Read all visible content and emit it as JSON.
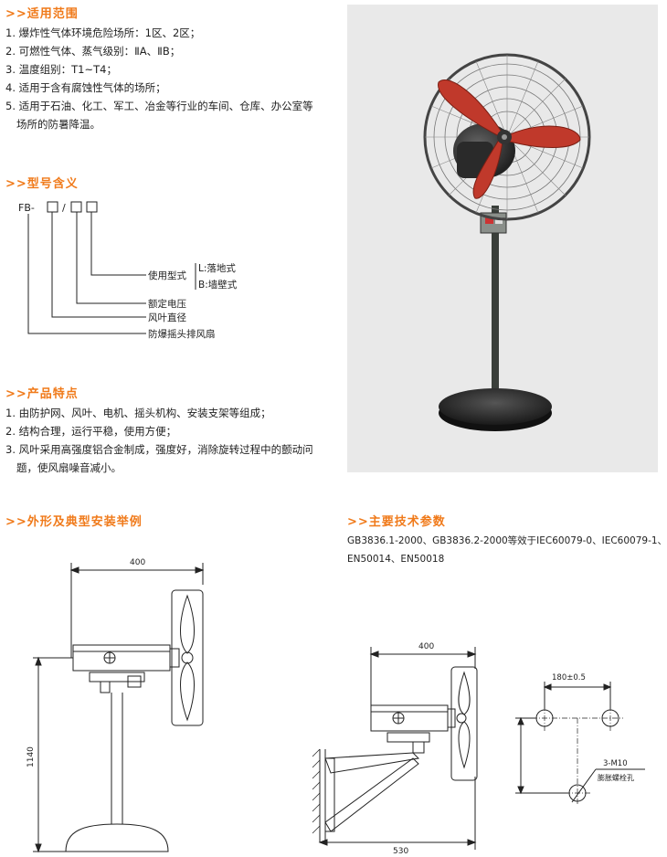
{
  "applicable_range": {
    "title": ">>适用范围",
    "items": [
      "1. 爆炸性气体环境危险场所：1区、2区；",
      "2. 可燃性气体、蒸气级别：ⅡA、ⅡB；",
      "3. 温度组别：T1~T4；",
      "4. 适用于含有腐蚀性气体的场所；",
      "5. 适用于石油、化工、军工、冶金等行业的车间、仓库、办公室等",
      "场所的防暑降温。"
    ]
  },
  "model_meaning": {
    "title": ">>型号含义",
    "prefix": "FB-",
    "slash": "/",
    "usage_type": "使用型式",
    "option_l": "L:落地式",
    "option_b": "B:墙壁式",
    "rated_voltage": "额定电压",
    "blade_diameter": "风叶直径",
    "fan_name": "防爆摇头排风扇"
  },
  "features": {
    "title": ">>产品特点",
    "items": [
      "1. 由防护网、风叶、电机、摇头机构、安装支架等组成；",
      "2. 结构合理，运行平稳，使用方便；",
      "3. 风叶采用高强度铝合金制成，强度好，消除旋转过程中的颤动问",
      "题，使风扇噪音减小。"
    ]
  },
  "outline": {
    "title": ">>外形及典型安装举例",
    "width_dim": "400",
    "height_dim": "1140"
  },
  "tech_params": {
    "title": ">>主要技术参数",
    "line1": "GB3836.1-2000、GB3836.2-2000等效于IEC60079-0、IEC60079-1、",
    "line2": "EN50014、EN50018",
    "wall_width_dim": "400",
    "wall_depth_dim": "530",
    "hole_spacing": "180±0.5",
    "bolt_label": "3-M10",
    "bolt_desc": "膨胀螺栓孔"
  },
  "colors": {
    "accent": "#f07a1a",
    "blade": "#c0392b",
    "photo_bg": "#e9e9e9"
  }
}
